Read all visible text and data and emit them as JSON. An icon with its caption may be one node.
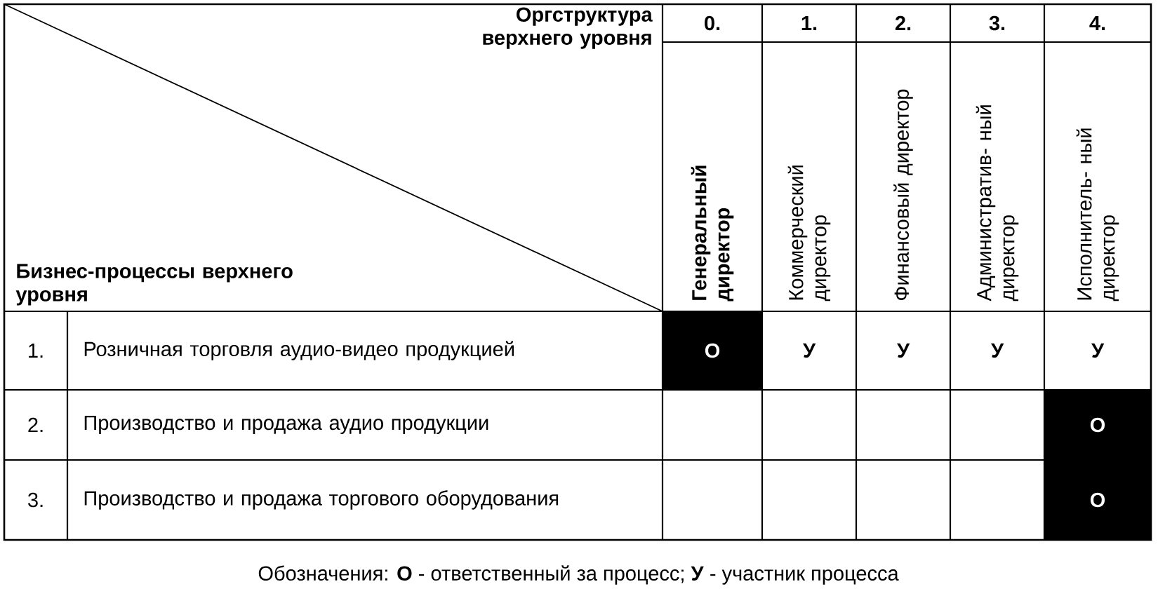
{
  "diagram": {
    "caption": "Обозначения: **О** - ответственный за процесс; **У** - участник процесса",
    "labels": [
      "Оргструктура верхнего уровня",
      "0.",
      "1.",
      "2.",
      "3.",
      "4.",
      "Бизнес-процессы верхнего уровня",
      "Генеральный директор",
      "Коммерческий директор",
      "Финансовый директор",
      "Административ- ный директор",
      "Исполнитель- ный директор",
      "1.",
      "Розничная торговля аудио-видео продукцией",
      "О",
      "У",
      "У",
      "У",
      "У",
      "2.",
      "Производство и продажа аудио продукции",
      "О",
      "3.",
      "Производство и продажа торгового оборудования",
      "О"
    ]
  }
}
